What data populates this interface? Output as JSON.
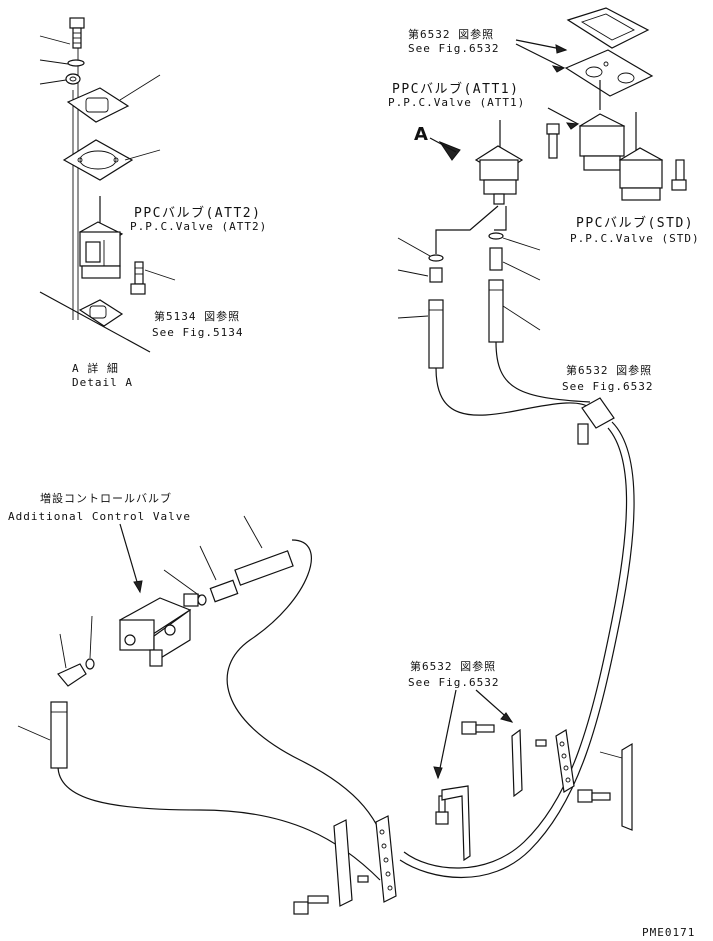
{
  "labels": {
    "fig6532_top_jp": "第6532 図参照",
    "fig6532_top_en": "See Fig.6532",
    "ppc_att1_jp": "PPCバルブ(ATT1)",
    "ppc_att1_en": "P.P.C.Valve (ATT1)",
    "view_a": "A",
    "ppc_att2_jp": "PPCバルブ(ATT2)",
    "ppc_att2_en": "P.P.C.Valve (ATT2)",
    "ppc_std_jp": "PPCバルブ(STD)",
    "ppc_std_en": "P.P.C.Valve (STD)",
    "fig5134_jp": "第5134 図参照",
    "fig5134_en": "See Fig.5134",
    "detail_a_jp": "A 詳 細",
    "detail_a_en": "Detail A",
    "fig6532_mid_jp": "第6532 図参照",
    "fig6532_mid_en": "See Fig.6532",
    "acv_jp": "増設コントロールバルブ",
    "acv_en": "Additional Control Valve",
    "fig6532_low_jp": "第6532 図参照",
    "fig6532_low_en": "See Fig.6532",
    "drawing_code": "PME0171"
  }
}
